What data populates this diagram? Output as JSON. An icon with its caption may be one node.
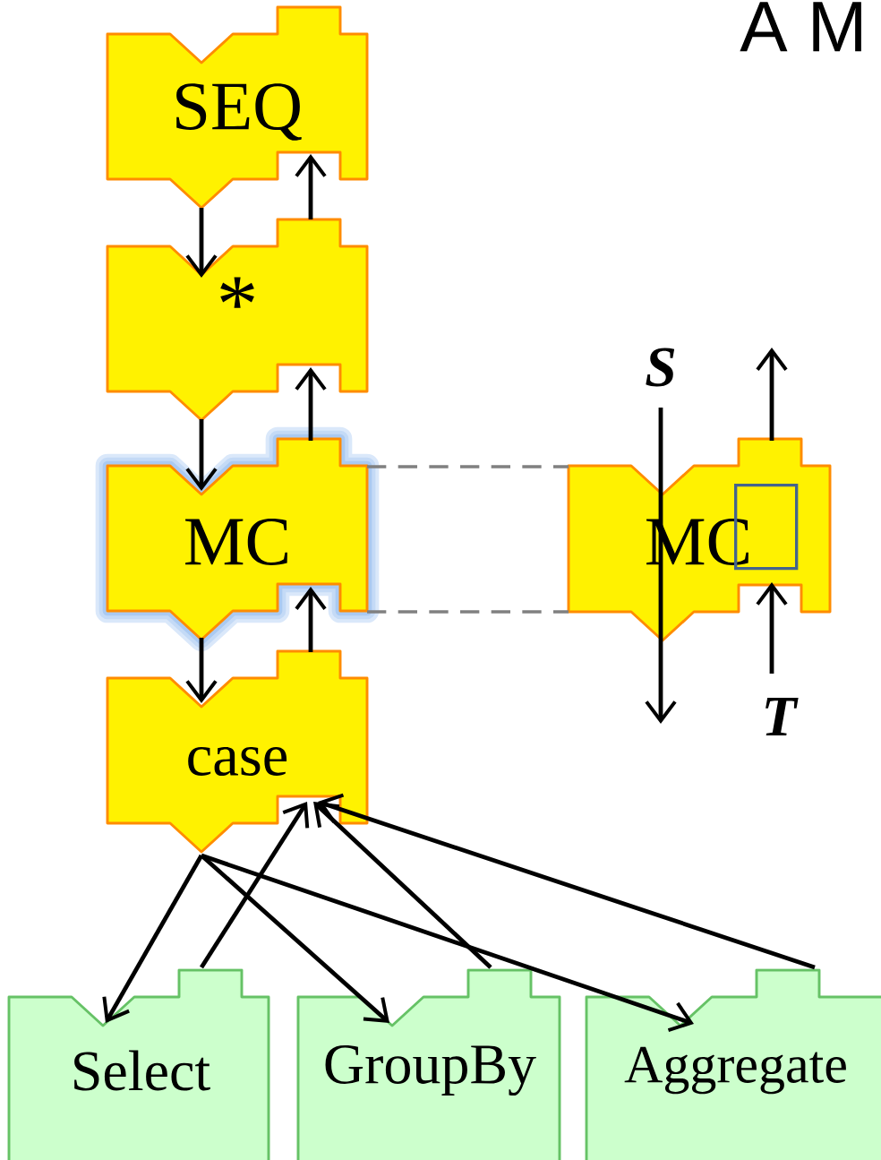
{
  "diagram": {
    "title": "A M",
    "nodes": [
      {
        "text": [
          "SEQ"
        ]
      },
      {
        "text": [
          "*"
        ]
      },
      {
        "text": [
          "MC"
        ]
      },
      {
        "text": [
          "case"
        ]
      },
      {
        "text": [
          "MC"
        ]
      },
      {
        "text": [
          "Select"
        ]
      },
      {
        "text": [
          "GroupBy"
        ]
      },
      {
        "text": [
          "Aggregate"
        ]
      },
      {
        "text": [
          "S"
        ]
      },
      {
        "text": [
          "T"
        ]
      },
      {
        "text": [],
        "shape": "box",
        "in": 4
      }
    ],
    "edges": [
      {
        "from": 0,
        "to": 1,
        "arrow": "to"
      },
      {
        "from": 1,
        "to": 0,
        "arrow": "to"
      },
      {
        "from": 1,
        "to": 2,
        "arrow": "to"
      },
      {
        "from": 2,
        "to": 1,
        "arrow": "to"
      },
      {
        "from": 2,
        "to": 3,
        "arrow": "to"
      },
      {
        "from": 3,
        "to": 2,
        "arrow": "to"
      },
      {
        "from": 3,
        "to": 5,
        "arrow": "to"
      },
      {
        "from": 5,
        "to": 3,
        "arrow": "to"
      },
      {
        "from": 3,
        "to": 6,
        "arrow": "to"
      },
      {
        "from": 6,
        "to": 3,
        "arrow": "to"
      },
      {
        "from": 3,
        "to": 7,
        "arrow": "to"
      },
      {
        "from": 7,
        "to": 3,
        "arrow": "to"
      },
      {
        "from": 2,
        "to": 4,
        "arrow": "none",
        "style": "dashed",
        "color": "#808080"
      },
      {
        "from": 2,
        "to": 4,
        "arrow": "none",
        "style": "dashed",
        "color": "#808080"
      },
      {
        "from": 8,
        "to": null,
        "arrow": "to"
      },
      {
        "from": 9,
        "to": 4,
        "arrow": "to"
      },
      {
        "from": 4,
        "to": null,
        "arrow": "to"
      }
    ]
  }
}
